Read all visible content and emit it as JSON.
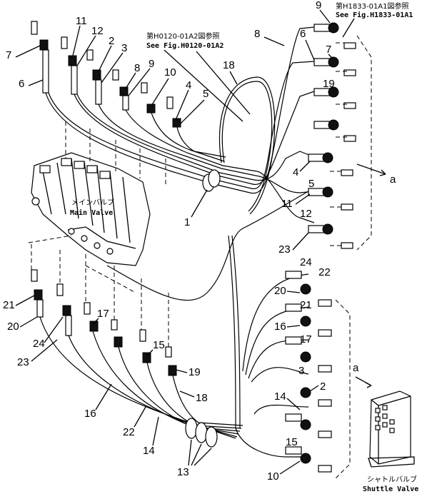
{
  "references": {
    "top_right_jp": "第H1833-01A1図参照",
    "top_right_en": "See Fig.H1833-01A1",
    "top_center_jp": "第H0120-01A2図参照",
    "top_center_en": "See Fig.H0120-01A2"
  },
  "components": {
    "main_valve_jp": "メインバルブ",
    "main_valve_en": "Main Valve",
    "shuttle_valve_jp": "シャトルバルブ",
    "shuttle_valve_en": "Shuttle Valve"
  },
  "section_markers": {
    "right": "a",
    "shuttle": "a"
  },
  "callouts": {
    "c7a": "7",
    "c6a": "6",
    "c11a": "11",
    "c12a": "12",
    "c2a": "2",
    "c3a": "3",
    "c8a": "8",
    "c9a": "9",
    "c10a": "10",
    "c4a": "4",
    "c5a": "5",
    "c18a": "18",
    "c1": "1",
    "c9b": "9",
    "c6b": "6",
    "c8b": "8",
    "c7b": "7",
    "c19b": "19",
    "c4b": "4",
    "c5b": "5",
    "c11b": "11",
    "c12b": "12",
    "c23b": "23",
    "c24b": "24",
    "c22b": "22",
    "c20b": "20",
    "c21b": "21",
    "c16b": "16",
    "c17b": "17",
    "c3b": "3",
    "c2b": "2",
    "c14b": "14",
    "c15b": "15",
    "c10b": "10",
    "c21c": "21",
    "c20c": "20",
    "c24c": "24",
    "c23c": "23",
    "c17c": "17",
    "c15c": "15",
    "c19c": "19",
    "c18c": "18",
    "c16c": "16",
    "c22c": "22",
    "c14c": "14",
    "c13": "13"
  }
}
